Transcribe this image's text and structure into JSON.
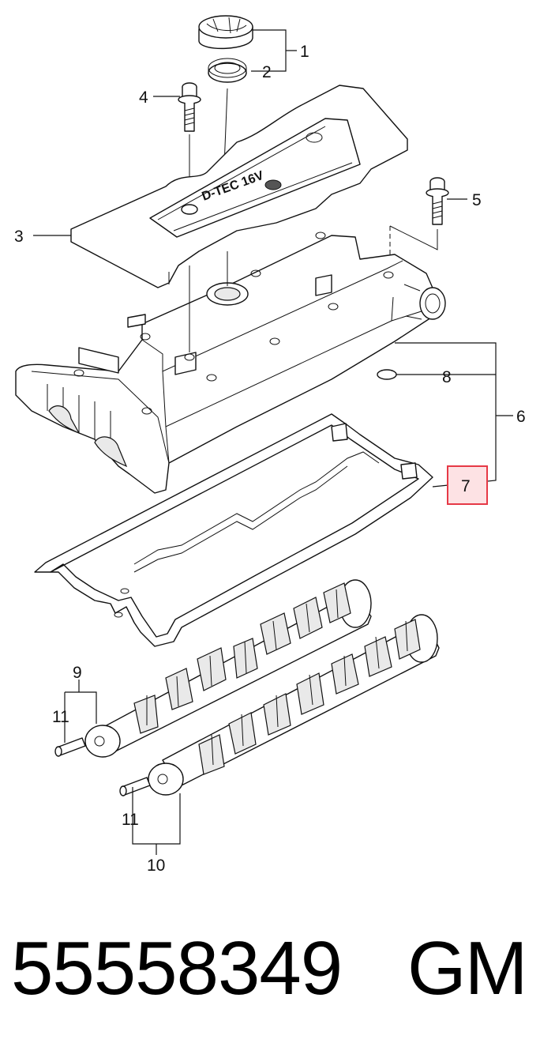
{
  "callouts": {
    "c1": "1",
    "c2": "2",
    "c3": "3",
    "c4": "4",
    "c5": "5",
    "c6": "6",
    "c7": "7",
    "c8": "8",
    "c9": "9",
    "c10": "10",
    "c11a": "11",
    "c11b": "11"
  },
  "highlight": {
    "callout": "7",
    "color": "#e63946",
    "fill": "#fde2e4"
  },
  "emboss_text": "D-TEC 16V",
  "footer": {
    "part_number": "55558349",
    "brand": "GM"
  }
}
